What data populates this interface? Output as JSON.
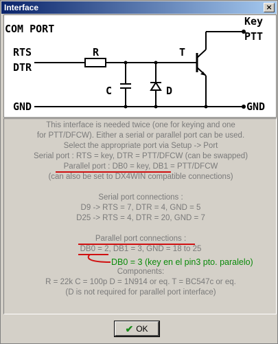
{
  "window": {
    "title": "Interface",
    "close_glyph": "×"
  },
  "schematic": {
    "com_port": "COM PORT",
    "rts": "RTS",
    "dtr": "DTR",
    "gnd_left": "GND",
    "gnd_right": "GND",
    "resistor": "R",
    "capacitor": "C",
    "diode": "D",
    "transistor": "T",
    "key": "Key",
    "ptt": "PTT"
  },
  "text": {
    "l1": "This interface is needed twice (one for keying and one",
    "l2": "for PTT/DFCW). Either a serial or parallel port can be used.",
    "l3": "Select the appropriate port via Setup -> Port",
    "l4": "Serial port : RTS = key, DTR = PTT/DFCW (can be swapped)",
    "l5": "Parallel port : DB0 = key, DB1 = PTT/DFCW",
    "l6": "(can also be set to DX4WIN compatible connections)",
    "l7": "Serial port connections :",
    "l8": "D9  -> RTS = 7, DTR = 4, GND = 5",
    "l9": "D25 -> RTS = 4, DTR = 20, GND = 7",
    "l10": "Parallel port connections :",
    "l11": "DB0 = 2, DB1 = 3, GND = 18 to 25",
    "l12": "Components:",
    "l13": "R = 22k    C = 100p    D = 1N914 or eq.    T = BC547c or eq.",
    "l14": "(D is not required for parallel port interface)"
  },
  "annotation": {
    "green_note": "DB0 = 3 (key en el pin3 pto. paralelo)",
    "green_color": "#0a8a0a",
    "red_color": "#d01010"
  },
  "buttons": {
    "ok_label": "OK",
    "ok_icon": "checkmark-icon"
  }
}
